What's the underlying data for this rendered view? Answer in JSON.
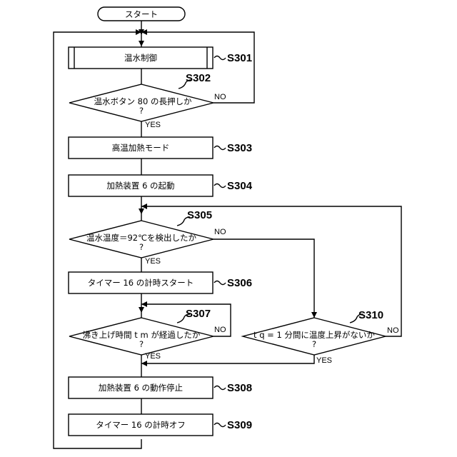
{
  "flowchart": {
    "start": "スタート",
    "s301": {
      "label": "温水制御",
      "id": "S301"
    },
    "s302": {
      "line1": "温水ボタン 80 の長押しか",
      "line2": "?",
      "id": "S302",
      "no": "NO",
      "yes": "YES"
    },
    "s303": {
      "label": "高温加熱モード",
      "id": "S303"
    },
    "s304": {
      "label": "加熱装置 6 の起動",
      "id": "S304"
    },
    "s305": {
      "line1": "温水温度＝92℃を検出したか",
      "line2": "?",
      "id": "S305",
      "no": "NO",
      "yes": "YES"
    },
    "s306": {
      "label": "タイマー 16 の計時スタート",
      "id": "S306"
    },
    "s307": {
      "line1": "沸き上げ時間 t m が経過したか",
      "line2": "?",
      "id": "S307",
      "no": "NO",
      "yes": "YES"
    },
    "s308": {
      "label": "加熱装置 6 の動作停止",
      "id": "S308"
    },
    "s309": {
      "label": "タイマー 16 の計時オフ",
      "id": "S309"
    },
    "s310": {
      "line1": "t q = 1 分間に温度上昇がないか",
      "line2": "?",
      "id": "S310",
      "no": "NO",
      "yes": "YES"
    }
  }
}
